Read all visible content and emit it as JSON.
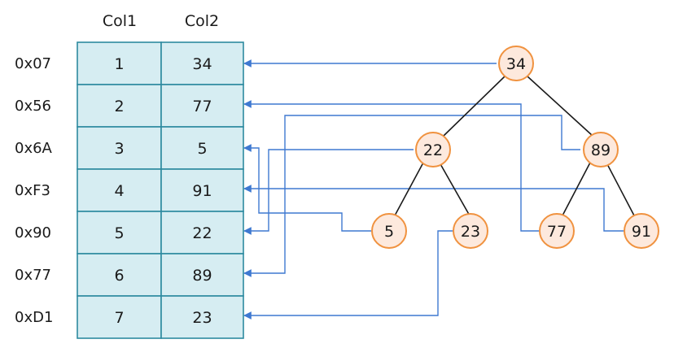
{
  "table": {
    "headers": [
      "Col1",
      "Col2"
    ],
    "rows": [
      {
        "addr": "0x07",
        "col1": "1",
        "col2": "34"
      },
      {
        "addr": "0x56",
        "col1": "2",
        "col2": "77"
      },
      {
        "addr": "0x6A",
        "col1": "3",
        "col2": "5"
      },
      {
        "addr": "0xF3",
        "col1": "4",
        "col2": "91"
      },
      {
        "addr": "0x90",
        "col1": "5",
        "col2": "22"
      },
      {
        "addr": "0x77",
        "col1": "6",
        "col2": "89"
      },
      {
        "addr": "0xD1",
        "col1": "7",
        "col2": "23"
      }
    ]
  },
  "tree": {
    "nodes": [
      "34",
      "22",
      "89",
      "5",
      "23",
      "77",
      "91"
    ]
  },
  "colors": {
    "cell_fill": "#d6edf2",
    "cell_stroke": "#2d8aa0",
    "node_fill": "#fde9dd",
    "node_stroke": "#f0923f",
    "pointer_line": "#3f79d1",
    "tree_edge": "#1a1a1a"
  }
}
